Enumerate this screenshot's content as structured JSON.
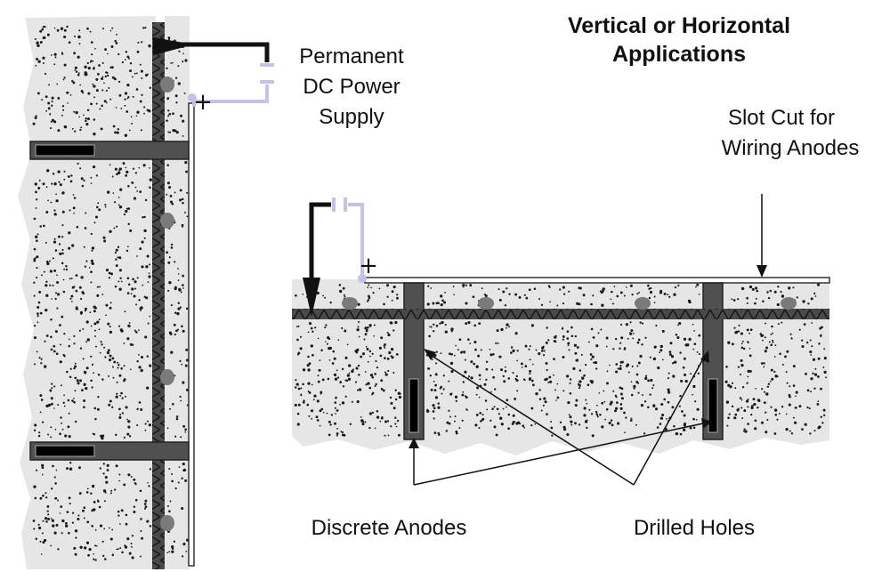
{
  "title": {
    "line1": "Vertical or Horizontal",
    "line2": "Applications"
  },
  "labels": {
    "power_supply": {
      "line1": "Permanent",
      "line2": "DC Power",
      "line3": "Supply"
    },
    "slot": {
      "line1": "Slot Cut for",
      "line2": "Wiring Anodes"
    },
    "discrete_anodes": "Discrete Anodes",
    "drilled_holes": "Drilled Holes",
    "plus_sign": "+"
  },
  "colors": {
    "concrete": "#e6e6e6",
    "rebar": "#4a4a4a",
    "wire_positive": "#c3c3ea",
    "wire_negative": "#111111",
    "anode": "#000000",
    "hole": "#505050"
  }
}
